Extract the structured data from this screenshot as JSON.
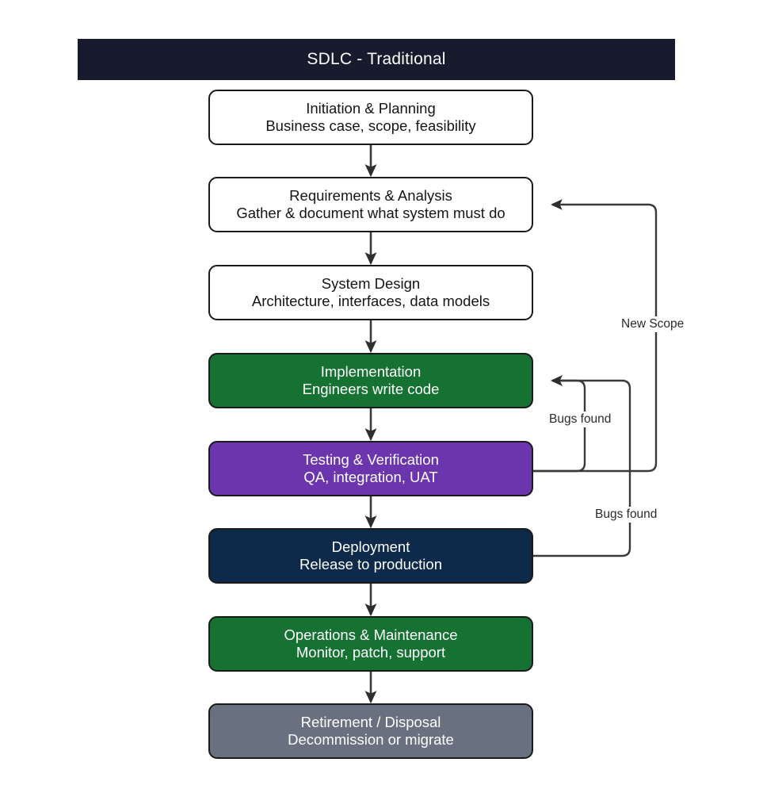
{
  "diagram": {
    "title": "SDLC - Traditional",
    "type": "flowchart",
    "orientation": "vertical",
    "colors": {
      "title_bar_bg": "#181a2e",
      "title_bar_text": "#ffffff",
      "canvas_bg": "#ffffff",
      "stroke": "#1a1a1a",
      "connector": "#3a3a3a",
      "green": "#157233",
      "purple": "#6a35ad",
      "navy": "#0e2a4a",
      "gray": "#69707f",
      "white": "#ffffff"
    },
    "nodes": [
      {
        "id": "initiation",
        "title": "Initiation & Planning",
        "subtitle": "Business case, scope, feasibility",
        "fill": "#ffffff",
        "text_color": "#151515"
      },
      {
        "id": "requirements",
        "title": "Requirements & Analysis",
        "subtitle": "Gather & document what system must do",
        "fill": "#ffffff",
        "text_color": "#151515"
      },
      {
        "id": "design",
        "title": "System Design",
        "subtitle": "Architecture, interfaces, data models",
        "fill": "#ffffff",
        "text_color": "#151515"
      },
      {
        "id": "implementation",
        "title": "Implementation",
        "subtitle": "Engineers write code",
        "fill": "#157233",
        "text_color": "#ffffff"
      },
      {
        "id": "testing",
        "title": "Testing & Verification",
        "subtitle": "QA, integration, UAT",
        "fill": "#6a35ad",
        "text_color": "#ffffff"
      },
      {
        "id": "deployment",
        "title": "Deployment",
        "subtitle": "Release to production",
        "fill": "#0e2a4a",
        "text_color": "#ffffff"
      },
      {
        "id": "operations",
        "title": "Operations & Maintenance",
        "subtitle": "Monitor, patch, support",
        "fill": "#157233",
        "text_color": "#ffffff"
      },
      {
        "id": "retirement",
        "title": "Retirement / Disposal",
        "subtitle": "Decommission or migrate",
        "fill": "#69707f",
        "text_color": "#ffffff"
      }
    ],
    "flow_edges": [
      {
        "from": "initiation",
        "to": "requirements",
        "label": ""
      },
      {
        "from": "requirements",
        "to": "design",
        "label": ""
      },
      {
        "from": "design",
        "to": "implementation",
        "label": ""
      },
      {
        "from": "implementation",
        "to": "testing",
        "label": ""
      },
      {
        "from": "testing",
        "to": "deployment",
        "label": ""
      },
      {
        "from": "deployment",
        "to": "operations",
        "label": ""
      },
      {
        "from": "operations",
        "to": "retirement",
        "label": ""
      }
    ],
    "feedback_edges": [
      {
        "from": "testing",
        "to": "requirements",
        "label": "New Scope"
      },
      {
        "from": "testing",
        "to": "implementation",
        "label": "Bugs found"
      },
      {
        "from": "deployment",
        "to": "implementation",
        "label": "Bugs found"
      }
    ]
  }
}
